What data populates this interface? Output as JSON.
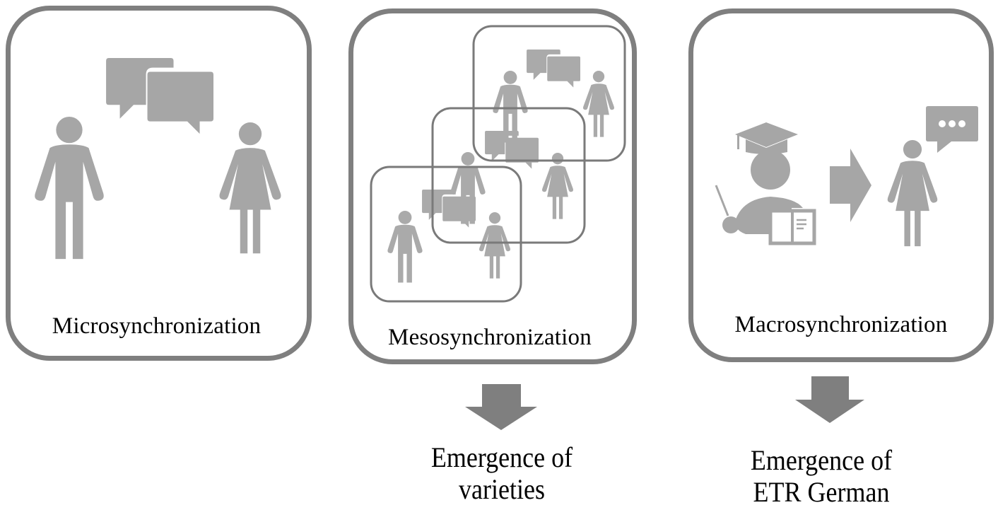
{
  "panels": [
    {
      "id": "micro",
      "label": "Microsynchronization"
    },
    {
      "id": "meso",
      "label": "Mesosynchronization"
    },
    {
      "id": "macro",
      "label": "Macrosynchronization"
    }
  ],
  "outcomes": [
    {
      "line1": "Emergence of",
      "line2": "varieties"
    },
    {
      "line1": "Emergence of",
      "line2": "ETR German"
    }
  ],
  "colors": {
    "border": "#7f7f7f",
    "icon": "#a6a6a6",
    "inner_border": "#7a7a7a",
    "arrow": "#7f7f7f",
    "text": "#000000"
  }
}
